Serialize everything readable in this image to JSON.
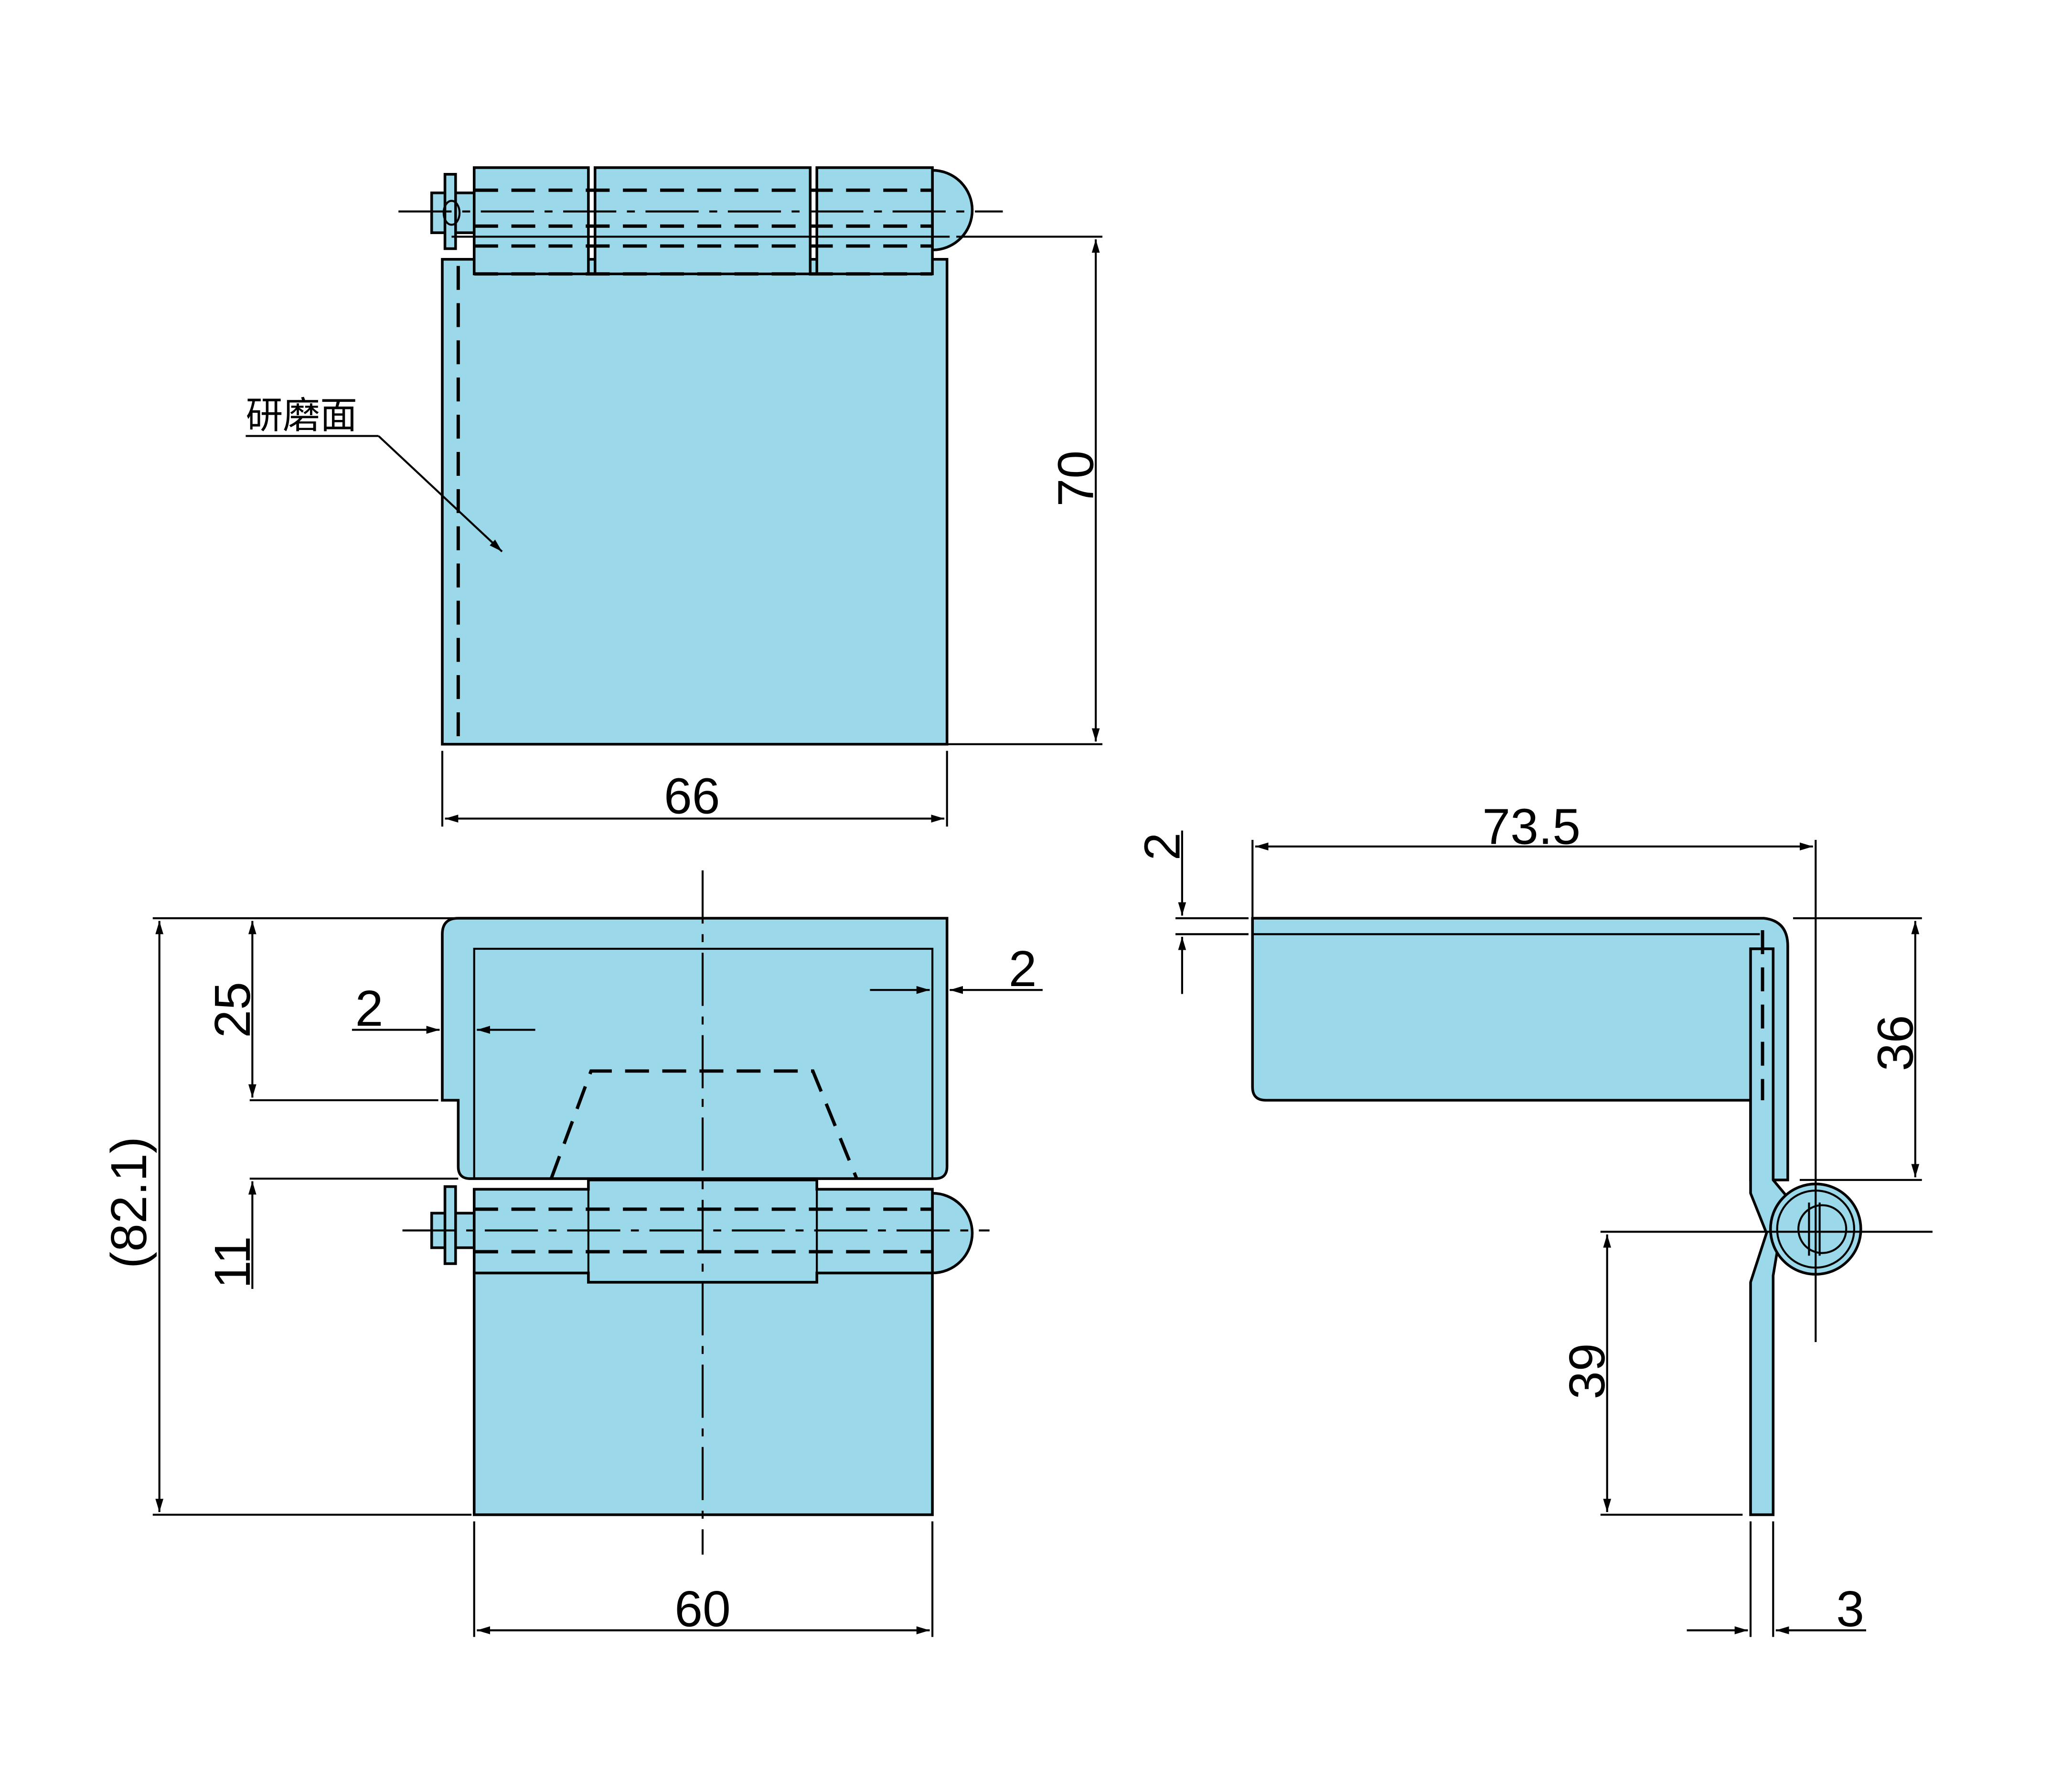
{
  "colors": {
    "part_fill": "#9AD8EA",
    "line": "#000000"
  },
  "labels": {
    "surface_note": "研磨面"
  },
  "dimensions": {
    "top_height": "70",
    "top_width": "66",
    "front_total": "(82.1)",
    "front_upper": "25",
    "front_knuckle": "11",
    "front_gap_left": "2",
    "front_gap_right": "2",
    "front_width": "60",
    "side_length": "73.5",
    "side_thickness": "2",
    "side_upper": "36",
    "side_lower": "39",
    "side_leaf": "3"
  }
}
